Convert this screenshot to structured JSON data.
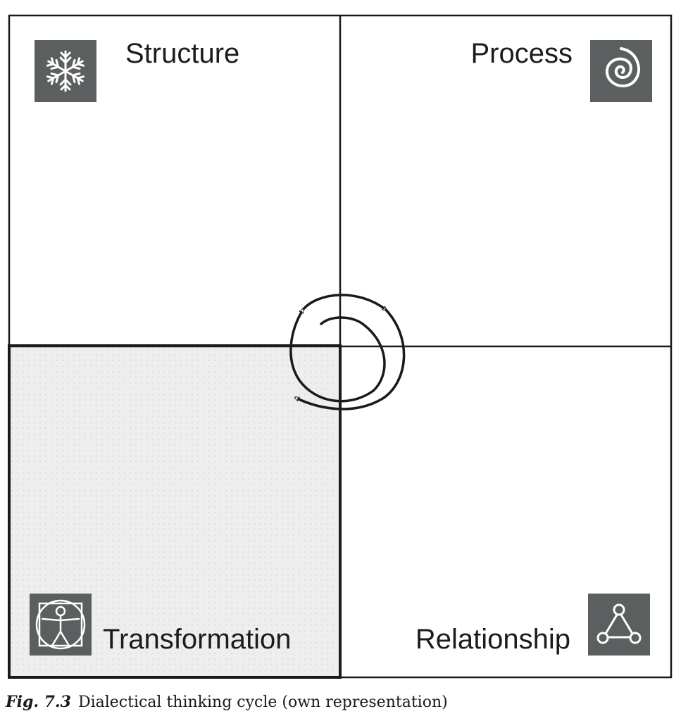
{
  "quadrants": {
    "structure": {
      "label": "Structure",
      "icon": "snowflake-icon"
    },
    "process": {
      "label": "Process",
      "icon": "spiral-icon"
    },
    "transformation": {
      "label": "Transformation",
      "icon": "vitruvian-figure-icon",
      "highlighted": true
    },
    "relationship": {
      "label": "Relationship",
      "icon": "triangle-network-icon"
    }
  },
  "center": {
    "icon": "cycle-spiral-arrows"
  },
  "caption": {
    "number": "Fig. 7.3",
    "text": "Dialectical thinking cycle (own representation)"
  },
  "colors": {
    "icon_bg": "#5c5f5f",
    "highlight_fill": "#eeeeee",
    "line": "#1a1a1a"
  }
}
